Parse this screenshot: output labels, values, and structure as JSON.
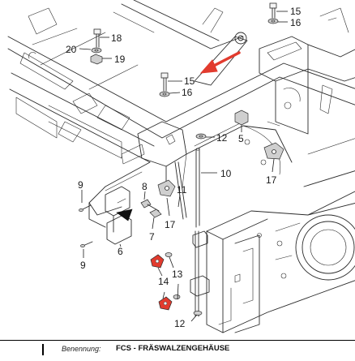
{
  "diagram": {
    "callouts": [
      {
        "id": "c18",
        "text": "18"
      },
      {
        "id": "c20",
        "text": "20"
      },
      {
        "id": "c19",
        "text": "19"
      },
      {
        "id": "c15a",
        "text": "15"
      },
      {
        "id": "c16a",
        "text": "16"
      },
      {
        "id": "c15b",
        "text": "15"
      },
      {
        "id": "c16b",
        "text": "16"
      },
      {
        "id": "c12a",
        "text": "12"
      },
      {
        "id": "c5",
        "text": "5"
      },
      {
        "id": "c10",
        "text": "10"
      },
      {
        "id": "c17a",
        "text": "17"
      },
      {
        "id": "c9a",
        "text": "9"
      },
      {
        "id": "c8",
        "text": "8"
      },
      {
        "id": "c11",
        "text": "11"
      },
      {
        "id": "c17b",
        "text": "17"
      },
      {
        "id": "c7",
        "text": "7"
      },
      {
        "id": "c6",
        "text": "6"
      },
      {
        "id": "c9b",
        "text": "9"
      },
      {
        "id": "c13",
        "text": "13"
      },
      {
        "id": "c14",
        "text": "14"
      },
      {
        "id": "c12b",
        "text": "12"
      }
    ],
    "colors": {
      "arrow": "#e23b2e",
      "highlight_part": "#e23b2e",
      "line": "#2b2b2b"
    }
  },
  "title_block": {
    "prefix": "Benennung:",
    "title": "FCS - FRÄSWALZENGEHÄUSE"
  }
}
